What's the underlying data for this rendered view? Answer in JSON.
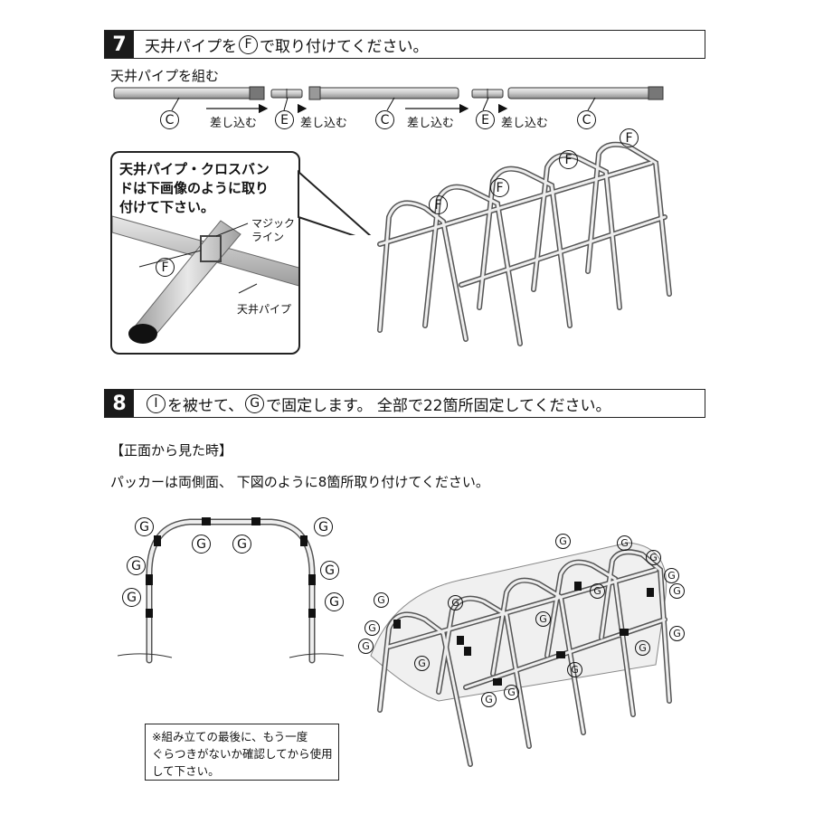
{
  "step7": {
    "number": "7",
    "text_before": "天井パイプを",
    "circle": "F",
    "text_after": "で取り付けてください。",
    "subheading": "天井パイプを組む",
    "parts": [
      "C",
      "E",
      "C",
      "E",
      "C"
    ],
    "insert_label": "差し込む",
    "inset": {
      "text": "天井パイプ・クロスバン\nドは下画像のように取り\n付けて下さい。",
      "magic_line": "マジック\nライン",
      "band": "F",
      "ceiling_pipe": "天井パイプ"
    },
    "callout": "F"
  },
  "step8": {
    "number": "8",
    "circle1": "I",
    "text1": "を被せて、",
    "circle2": "G",
    "text2": "で固定します。 全部で22箇所固定してください。",
    "front_view_heading": "【正面から見た時】",
    "packer_text": "パッカーは両側面、 下図のように8箇所取り付けてください。",
    "callout": "G",
    "note": "※組み立ての最後に、もう一度\nぐらつきがないか確認してから使用\nして下さい。"
  },
  "colors": {
    "ink": "#111111",
    "pipe": "#d8d8d8",
    "pipe_dark": "#9a9a9a"
  }
}
